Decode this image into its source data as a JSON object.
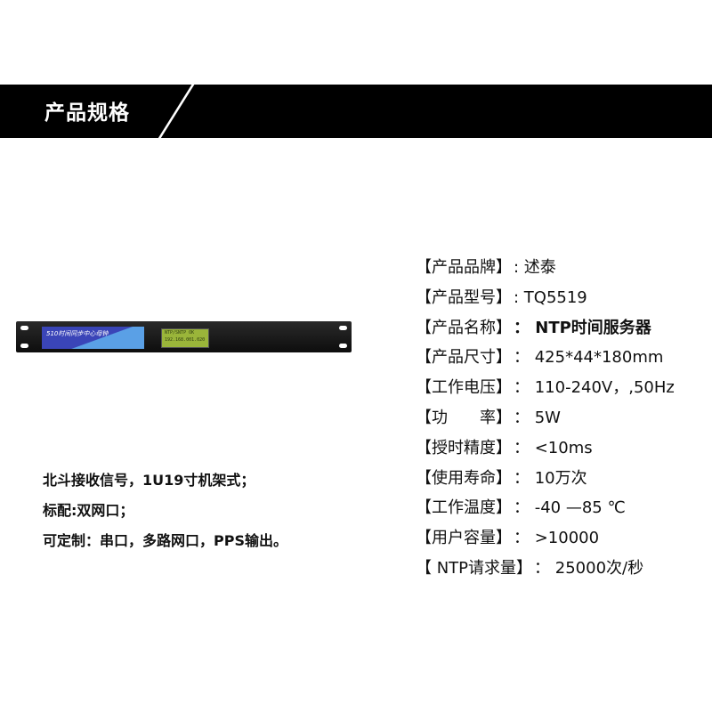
{
  "header": {
    "title": "产品规格"
  },
  "device": {
    "plate_text": "510时间同步中心母钟",
    "lcd_lines": [
      "NTP/SNTP OK",
      "192.168.001.020"
    ]
  },
  "features": [
    "北斗接收信号，1U19寸机架式；",
    "标配:双网口；",
    "可定制：串口，多路网口，PPS输出。"
  ],
  "specs": [
    {
      "label": "【产品品牌】",
      "value": ": 述泰"
    },
    {
      "label": "【产品型号】",
      "value": ": TQ5519"
    },
    {
      "label": "【产品名称】",
      "value": "： NTP时间服务器"
    },
    {
      "label": "【产品尺寸】",
      "value": "： 425*44*180mm"
    },
    {
      "label": "【工作电压】",
      "value": "： 110-240V，,50Hz"
    },
    {
      "label": "【功　　率】",
      "value": "： 5W"
    },
    {
      "label": "【授时精度】",
      "value": "： <10ms"
    },
    {
      "label": "【使用寿命】",
      "value": "： 10万次"
    },
    {
      "label": "【工作温度】",
      "value": "： -40 —85 ℃"
    },
    {
      "label": "【用户容量】",
      "value": "： >10000"
    },
    {
      "label": "【 NTP请求量】",
      "value": "： 25000次/秒"
    }
  ]
}
